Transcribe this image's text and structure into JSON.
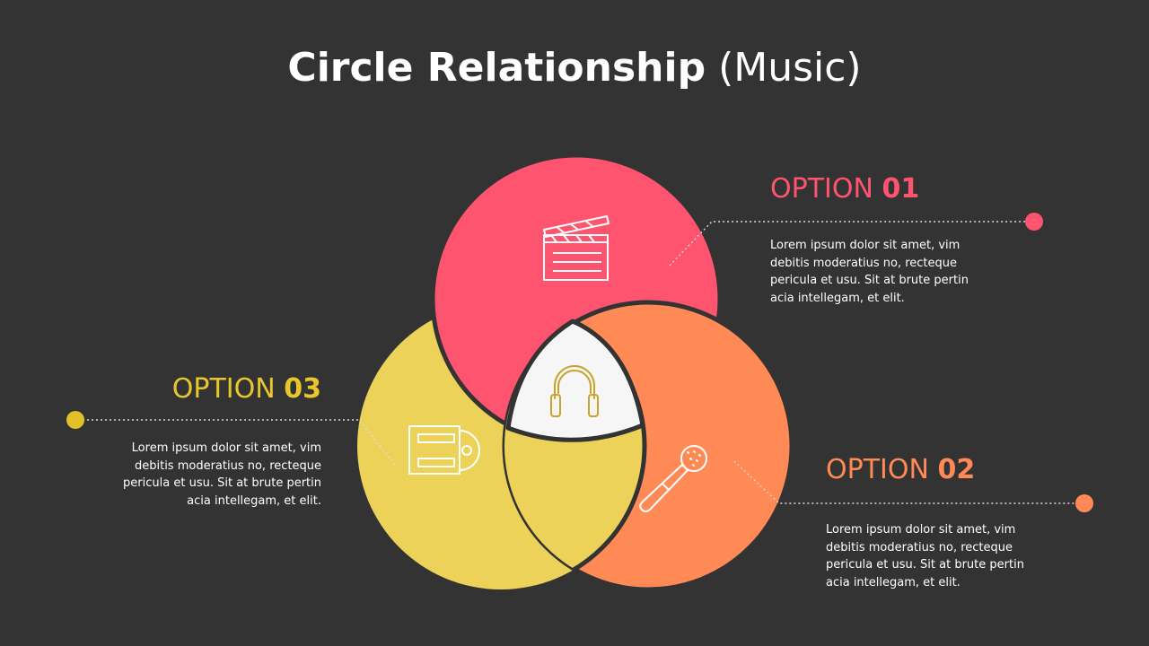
{
  "title": {
    "bold": "Circle Relationship",
    "light": "(Music)"
  },
  "colors": {
    "background": "#333333",
    "pink": "#FF5470",
    "orange": "#FF8A55",
    "yellow": "#EDD259",
    "center": "#F6F6F6",
    "icon_center": "#C9A227"
  },
  "options": [
    {
      "prefix": "OPTION",
      "number": "01",
      "text": "Lorem ipsum dolor sit amet, vim debitis moderatius no, recteque pericula et usu. Sit at brute pertin acia intellegam, et elit.",
      "icon": "clapperboard-icon",
      "color": "#FF5470"
    },
    {
      "prefix": "OPTION",
      "number": "02",
      "text": "Lorem ipsum dolor sit amet, vim debitis moderatius no, recteque pericula et usu. Sit at brute pertin acia intellegam, et elit.",
      "icon": "microphone-icon",
      "color": "#FF8A55"
    },
    {
      "prefix": "OPTION",
      "number": "03",
      "text": "Lorem ipsum dolor sit amet, vim debitis moderatius no, recteque pericula et usu. Sit at brute pertin acia intellegam, et elit.",
      "icon": "cd-player-icon",
      "color": "#E9C62C"
    }
  ],
  "center_icon": "headphones-icon"
}
